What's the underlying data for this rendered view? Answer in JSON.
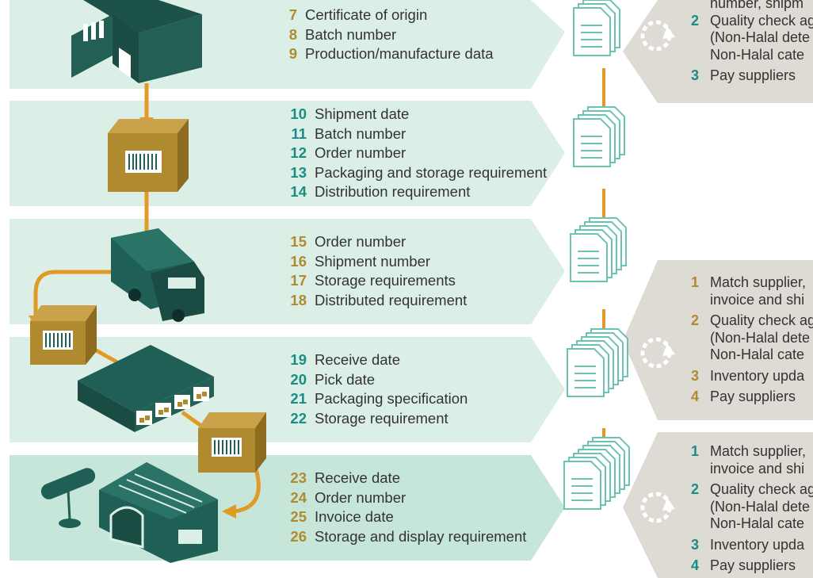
{
  "colors": {
    "band_light": "#dcefe6",
    "band_last": "#c5e6d8",
    "teal_dark": "#1f5f55",
    "teal_num": "#1a8c88",
    "gold": "#b08a2e",
    "arrow": "#e19a26",
    "gray_panel": "#dedbd5",
    "doc_stroke": "#6bc4b3"
  },
  "stages": [
    {
      "illustration": "factory-building",
      "items": [
        {
          "num": "7",
          "text": "Certificate of origin",
          "color": "gold"
        },
        {
          "num": "8",
          "text": "Batch number",
          "color": "gold"
        },
        {
          "num": "9",
          "text": "Production/manufacture data",
          "color": "gold"
        }
      ]
    },
    {
      "illustration": "barcoded-box",
      "items": [
        {
          "num": "10",
          "text": "Shipment date",
          "color": "teal"
        },
        {
          "num": "11",
          "text": "Batch number",
          "color": "teal"
        },
        {
          "num": "12",
          "text": "Order number",
          "color": "teal"
        },
        {
          "num": "13",
          "text": "Packaging and storage requirement",
          "color": "teal"
        },
        {
          "num": "14",
          "text": "Distribution requirement",
          "color": "teal"
        }
      ]
    },
    {
      "illustration": "delivery-truck",
      "items": [
        {
          "num": "15",
          "text": "Order number",
          "color": "gold"
        },
        {
          "num": "16",
          "text": "Shipment number",
          "color": "gold"
        },
        {
          "num": "17",
          "text": "Storage requirements",
          "color": "gold"
        },
        {
          "num": "18",
          "text": "Distributed requirement",
          "color": "gold"
        }
      ]
    },
    {
      "illustration": "warehouse",
      "items": [
        {
          "num": "19",
          "text": "Receive date",
          "color": "teal"
        },
        {
          "num": "20",
          "text": "Pick date",
          "color": "teal"
        },
        {
          "num": "21",
          "text": "Packaging specification",
          "color": "teal"
        },
        {
          "num": "22",
          "text": "Storage requirement",
          "color": "teal"
        }
      ]
    },
    {
      "illustration": "retail-store",
      "items": [
        {
          "num": "23",
          "text": "Receive date",
          "color": "gold"
        },
        {
          "num": "24",
          "text": "Order number",
          "color": "gold"
        },
        {
          "num": "25",
          "text": "Invoice date",
          "color": "gold"
        },
        {
          "num": "26",
          "text": "Storage and display requirement",
          "color": "gold"
        }
      ]
    }
  ],
  "gray_panels": [
    {
      "lines": [
        {
          "num": "",
          "text": "number, shipm",
          "indent": true
        },
        {
          "num": "2",
          "text": "Quality check ag",
          "color": "teal"
        },
        {
          "num": "",
          "text": "(Non-Halal dete",
          "indent": true
        },
        {
          "num": "",
          "text": "Non-Halal cate",
          "indent": true
        },
        {
          "num": "3",
          "text": "Pay suppliers",
          "color": "teal"
        }
      ]
    },
    {
      "lines": [
        {
          "num": "1",
          "text": "Match supplier,",
          "color": "gold"
        },
        {
          "num": "",
          "text": "invoice and shi",
          "indent": true
        },
        {
          "num": "2",
          "text": "Quality check ag",
          "color": "gold"
        },
        {
          "num": "",
          "text": "(Non-Halal dete",
          "indent": true
        },
        {
          "num": "",
          "text": "Non-Halal cate",
          "indent": true
        },
        {
          "num": "3",
          "text": "Inventory upda",
          "color": "gold"
        },
        {
          "num": "4",
          "text": "Pay suppliers",
          "color": "gold"
        }
      ]
    },
    {
      "lines": [
        {
          "num": "1",
          "text": "Match supplier,",
          "color": "teal"
        },
        {
          "num": "",
          "text": "invoice and shi",
          "indent": true
        },
        {
          "num": "2",
          "text": "Quality check ag",
          "color": "teal"
        },
        {
          "num": "",
          "text": "(Non-Halal dete",
          "indent": true
        },
        {
          "num": "",
          "text": "Non-Halal cate",
          "indent": true
        },
        {
          "num": "3",
          "text": "Inventory upda",
          "color": "teal"
        },
        {
          "num": "4",
          "text": "Pay suppliers",
          "color": "teal"
        }
      ]
    }
  ]
}
